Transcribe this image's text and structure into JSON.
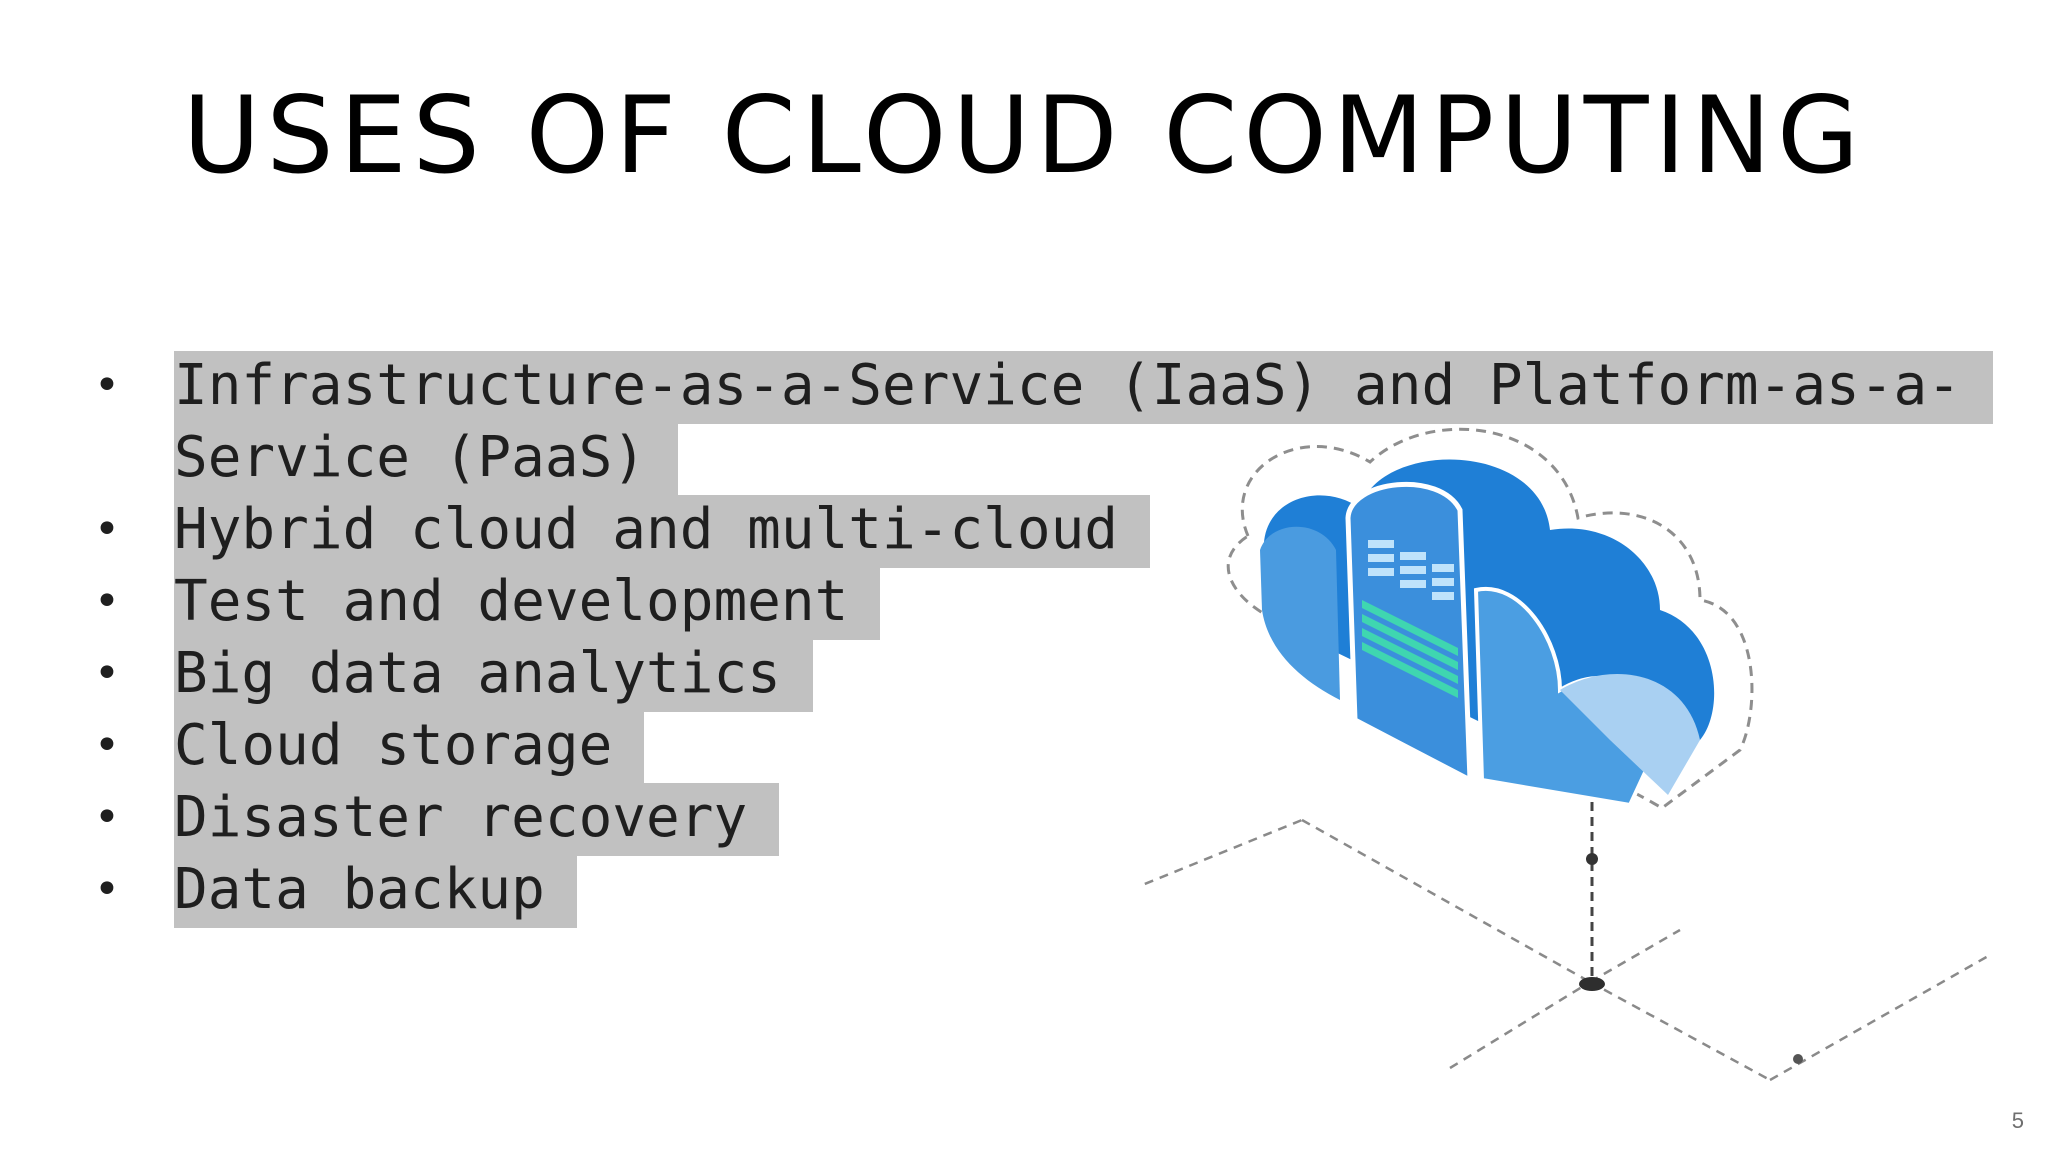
{
  "slide": {
    "title": "USES OF CLOUD COMPUTING",
    "bullets": [
      "Infrastructure-as-a-Service (IaaS) and Platform-as-a-Service (PaaS)",
      "Hybrid cloud and multi-cloud",
      "Test and development",
      "Big data analytics",
      "Cloud storage",
      "Disaster recovery",
      "Data backup"
    ],
    "bullet_glyph": "•",
    "page_number": "5",
    "illustration": {
      "icon": "cloud-server-icon",
      "colors": {
        "cloud_dark": "#1f7fd6",
        "cloud_mid": "#4a9be0",
        "cloud_light": "#a9d0f2",
        "panel_lines": "#3fd6b0",
        "dashes": "#7a7a7a"
      }
    },
    "colors": {
      "highlight": "#c1c1c1",
      "title_text": "#000000",
      "body_text": "#1f1f1f"
    }
  }
}
